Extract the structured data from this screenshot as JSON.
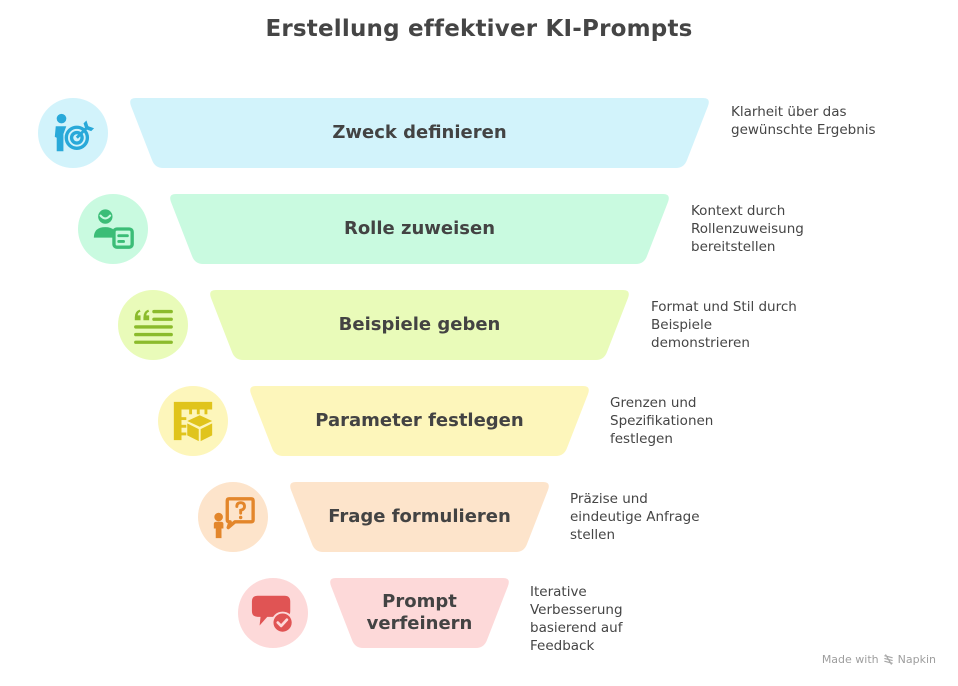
{
  "title": "Erstellung effektiver KI-Prompts",
  "stages": [
    {
      "label": "Zweck definieren",
      "description": "Klarheit über das\ngewünschte Ergebnis",
      "icon": "person-target-icon",
      "fill": "#d2f3fb",
      "icon_bg": "#d2f3fb",
      "icon_color": "#29a9d9"
    },
    {
      "label": "Rolle zuweisen",
      "description": "Kontext durch\nRollenzuweisung\nbereitstellen",
      "icon": "person-document-icon",
      "fill": "#c9fae0",
      "icon_bg": "#c9fae0",
      "icon_color": "#3bbd77"
    },
    {
      "label": "Beispiele geben",
      "description": "Format und Stil durch\nBeispiele\ndemonstrieren",
      "icon": "quote-lines-icon",
      "fill": "#e9fbb9",
      "icon_bg": "#e9fbb9",
      "icon_color": "#8bbb2c"
    },
    {
      "label": "Parameter festlegen",
      "description": "Grenzen und\nSpezifikationen\nfestlegen",
      "icon": "ruler-cube-icon",
      "fill": "#fdf6bb",
      "icon_bg": "#fdf6bb",
      "icon_color": "#e0c41c"
    },
    {
      "label": "Frage formulieren",
      "description": "Präzise und\neindeutige Anfrage\nstellen",
      "icon": "person-question-icon",
      "fill": "#fde4cb",
      "icon_bg": "#fde4cb",
      "icon_color": "#e3862b"
    },
    {
      "label": "Prompt\nverfeinern",
      "description": "Iterative\nVerbesserung\nbasierend auf\nFeedback",
      "icon": "chat-check-icon",
      "fill": "#fdd9d9",
      "icon_bg": "#fdd9d9",
      "icon_color": "#e05454"
    }
  ],
  "credit": {
    "prefix": "Made with",
    "brand": "Napkin"
  }
}
